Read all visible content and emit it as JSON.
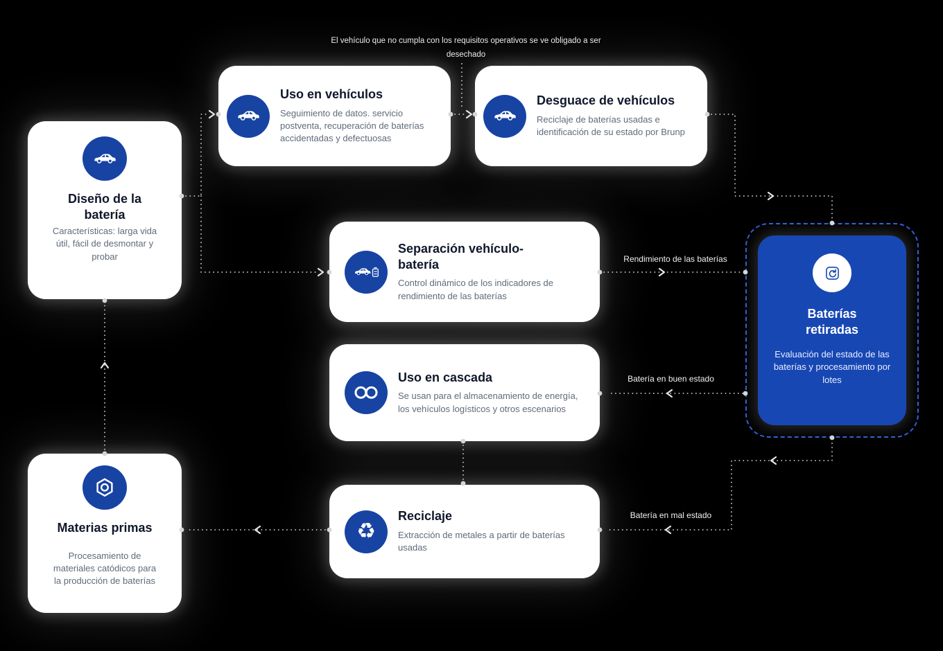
{
  "annotation": {
    "vehicle_scrap_note": "El vehículo que no cumpla con los requisitos operativos se ve obligado a ser desechado"
  },
  "nodes": {
    "diseno": {
      "title": "Diseño de la batería",
      "body": "Características: larga vida útil, fácil de desmontar y probar",
      "icon": "car-icon"
    },
    "uso_vehiculos": {
      "title": "Uso en vehículos",
      "body": "Seguimiento de datos. servicio postventa, recuperación de baterías accidentadas y defectuosas",
      "icon": "car-icon"
    },
    "desguace": {
      "title": "Desguace de vehículos",
      "body": "Reciclaje de baterías usadas e identificación de su estado por Brunp",
      "icon": "car-icon"
    },
    "separacion": {
      "title": "Separación vehículo-batería",
      "body": "Control dinámico de los indicadores de rendimiento de las baterías",
      "icon": "car-battery-icon"
    },
    "cascada": {
      "title": "Uso en cascada",
      "body": "Se usan para el almacenamiento de energía, los vehículos logísticos y otros escenarios",
      "icon": "infinity-icon"
    },
    "reciclaje": {
      "title": "Reciclaje",
      "body": "Extracción de metales a partir de baterías usadas",
      "icon": "recycle-icon"
    },
    "materias": {
      "title": "Materias primas",
      "body": "Procesamiento de materiales catódicos para la producción de baterías",
      "icon": "hexagon-icon"
    },
    "retiradas": {
      "title": "Baterías retiradas",
      "body": "Evaluación del estado de las baterías y procesamiento por lotes",
      "icon": "batch-recycle-icon"
    }
  },
  "edge_labels": {
    "rendimiento": "Rendimiento de las baterías",
    "buen_estado": "Batería en buen estado",
    "mal_estado": "Batería en mal estado"
  },
  "icons": {
    "recycle_glyph": "♻"
  },
  "colors": {
    "background": "#000000",
    "card_bg": "#FFFFFF",
    "icon_circle": "#1743A3",
    "highlight_card": "#1747B3",
    "dashed_border": "#2F5FD6",
    "title_text": "#0F172A",
    "body_text": "#5F6B7A",
    "connector": "#D8D8D8",
    "label_text": "#F2F2F2"
  }
}
